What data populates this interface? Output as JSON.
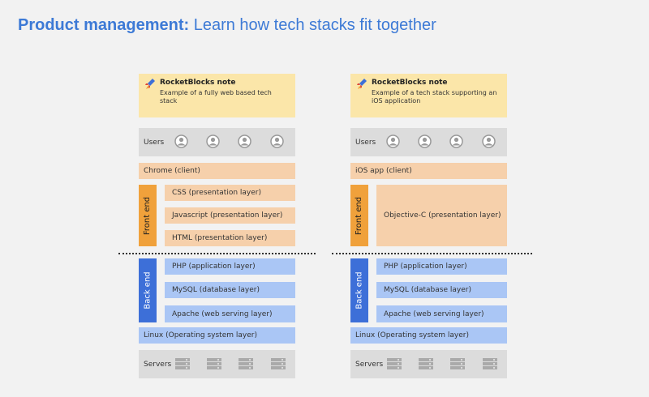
{
  "title": {
    "bold": "Product management:",
    "rest": " Learn how tech stacks fit together"
  },
  "stacks": [
    {
      "note_title": "RocketBlocks note",
      "note_desc": "Example of a fully web based tech stack",
      "users_label": "Users",
      "client_label": "Chrome (client)",
      "front_end_label": "Front end",
      "front_end_items": [
        "CSS (presentation layer)",
        "Javascript (presentation layer)",
        "HTML (presentation layer)"
      ],
      "back_end_label": "Back end",
      "back_end_items": [
        "PHP (application layer)",
        "MySQL (database layer)",
        "Apache (web serving layer)"
      ],
      "os_label": "Linux (Operating system layer)",
      "servers_label": "Servers"
    },
    {
      "note_title": "RocketBlocks note",
      "note_desc": "Example of a tech stack supporting an iOS application",
      "users_label": "Users",
      "client_label": "iOS app (client)",
      "front_end_label": "Front end",
      "front_end_items": [
        "Objective-C (presentation layer)"
      ],
      "back_end_label": "Back end",
      "back_end_items": [
        "PHP (application layer)",
        "MySQL (database layer)",
        "Apache (web serving layer)"
      ],
      "os_label": "Linux (Operating system layer)",
      "servers_label": "Servers"
    }
  ],
  "colors": {
    "title": "#3d7ad6",
    "note": "#fbe6a9",
    "front_end_bar": "#f0a13b",
    "front_end_item": "#f6d0ab",
    "back_end_bar": "#3d6fd8",
    "back_end_item": "#aac6f5",
    "gray_row": "#dcdcdc"
  },
  "icons": {
    "user": "user-icon",
    "server": "server-icon",
    "note": "rocket-icon"
  }
}
